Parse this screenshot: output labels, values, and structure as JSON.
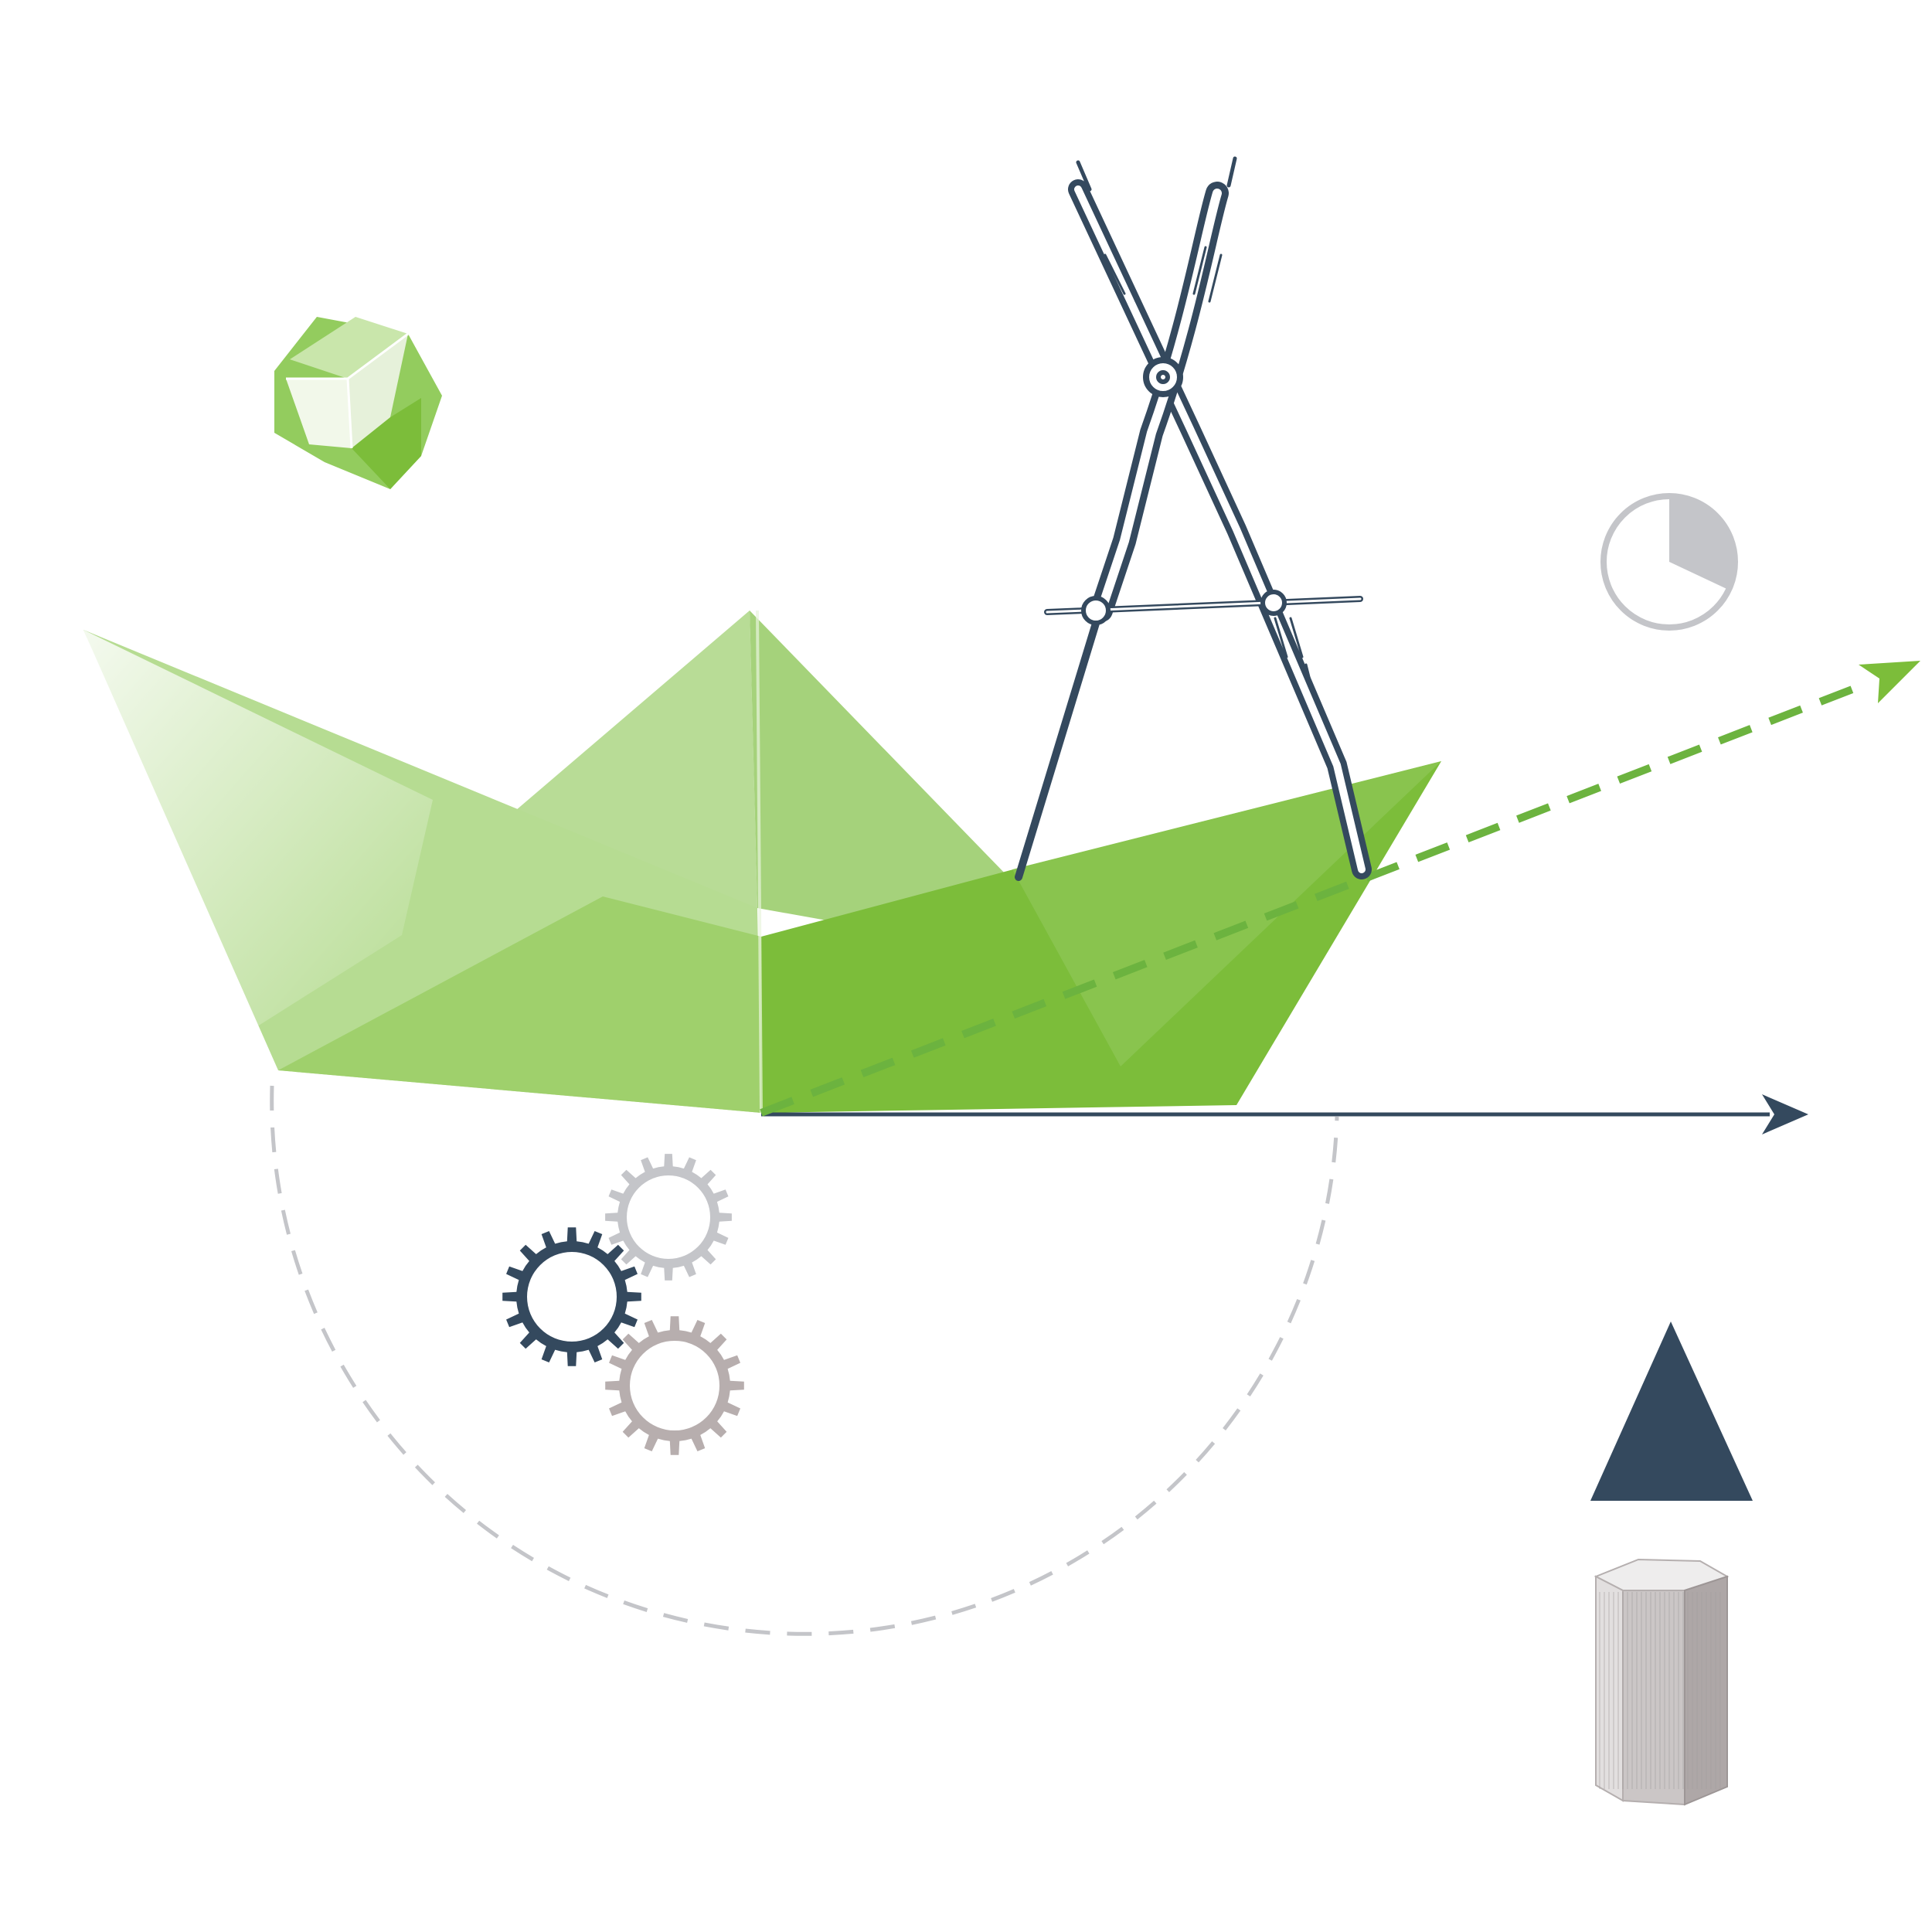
{
  "colors": {
    "background": "#ffffff",
    "green_light": "#b3d98a",
    "green_mid": "#93cc5e",
    "green_dark": "#7cbd3a",
    "green_arrow": "#6cb33f",
    "navy": "#34495e",
    "gray_light": "#c4c5c9",
    "gray_mauve": "#b7aeae",
    "column_gray": "#d3d0d0"
  },
  "elements": {
    "paper_boat": "paper-boat-illustration",
    "compass": "drawing-compass-illustration",
    "polyhedron": "green-polyhedron-illustration",
    "pie_icon": "pie-chart-icon",
    "gears": [
      "gear-light-gray",
      "gear-navy",
      "gear-mauve"
    ],
    "triangle": "navy-triangle-shape",
    "column": "hexagonal-prism-illustration"
  },
  "pie_fraction": 0.32
}
